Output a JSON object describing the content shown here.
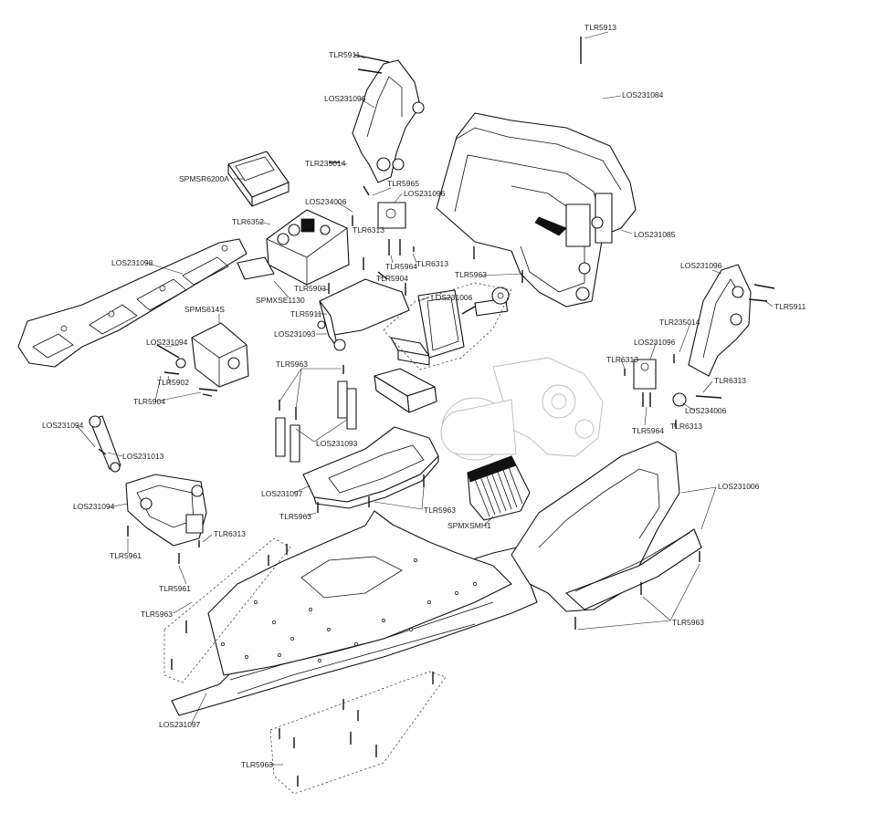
{
  "labels": {
    "tlr5913": "TLR5913",
    "los231084": "LOS231084",
    "tlr5911_top": "TLR5911",
    "los231096_top": "LOS231096",
    "tlr235014_top": "TLR235014",
    "tlr5965": "TLR5965",
    "los231096_mid": "LOS231096",
    "los234006_top": "LOS234006",
    "tlr6313_a": "TLR6313",
    "spmsr6200a": "SPMSR6200A",
    "tlr6352": "TLR6352",
    "los231085": "LOS231085",
    "tlr5964_top": "TLR5964",
    "tlr6313_b": "TLR6313",
    "los231098": "LOS231098",
    "tlr5903": "TLR5903",
    "tlr5904_top": "TLR5904",
    "tlr5963_top": "TLR5963",
    "spmxse1130": "SPMXSE1130",
    "los231006_top": "LOS231006",
    "tlr5911_mid": "TLR5911",
    "spms614s": "SPMS614S",
    "los231093_top": "LOS231093",
    "los231096_right": "LOS231096",
    "tlr5911_right": "TLR5911",
    "tlr235014_right": "TLR235014",
    "los231096_right2": "LOS231096",
    "tlr6313_right": "TLR6313",
    "tlr6313_right2": "TLR6313",
    "los234006_right": "LOS234006",
    "tlr6313_right3": "TLR6313",
    "tlr5964_right": "TLR5964",
    "los231094_a": "LOS231094",
    "tlr5902": "TLR5902",
    "tlr5904_left": "TLR5904",
    "tlr5963_mid": "TLR5963",
    "los231094_b": "LOS231094",
    "los231013": "LOS231013",
    "los231093_mid": "LOS231093",
    "los231094_c": "LOS231094",
    "los231097_mid": "LOS231097",
    "tlr5963_m2": "TLR5963",
    "tlr5963_m3": "TLR5963",
    "spmxsmh1": "SPMXSMH1",
    "los231006_right": "LOS231006",
    "tlr6313_left": "TLR6313",
    "tlr5961_a": "TLR5961",
    "tlr5961_b": "TLR5961",
    "tlr5963_left": "TLR5963",
    "tlr5963_right": "TLR5963",
    "los231097_bottom": "LOS231097",
    "tlr5963_bottom": "TLR5963"
  }
}
